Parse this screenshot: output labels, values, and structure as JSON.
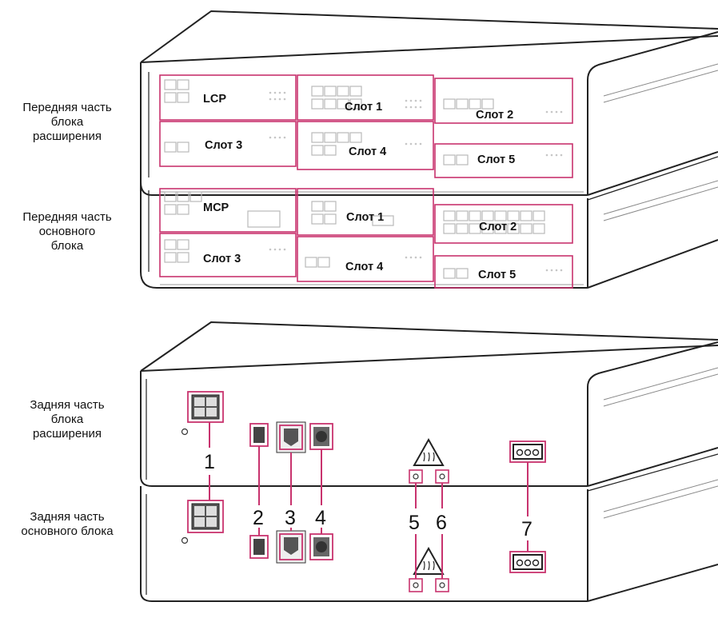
{
  "labels": {
    "front_expansion": "Передняя часть\nблока\nрасширения",
    "front_main": "Передняя часть\nосновного\nблока",
    "rear_expansion": "Задняя часть\nблока\nрасширения",
    "rear_main": "Задняя часть\nосновного блока"
  },
  "front_expansion_slots": [
    "LCP",
    "Слот 1",
    "Слот 2",
    "Слот 3",
    "Слот 4",
    "Слот 5"
  ],
  "front_main_slots": [
    "MCP",
    "Слот 1",
    "Слот 2",
    "Слот 3",
    "Слот 4",
    "Слот 5"
  ],
  "callouts": [
    "1",
    "2",
    "3",
    "4",
    "5",
    "6",
    "7"
  ],
  "colors": {
    "highlight": "#c8336e",
    "outline": "#222222",
    "device_detail": "#b9b9b9"
  }
}
